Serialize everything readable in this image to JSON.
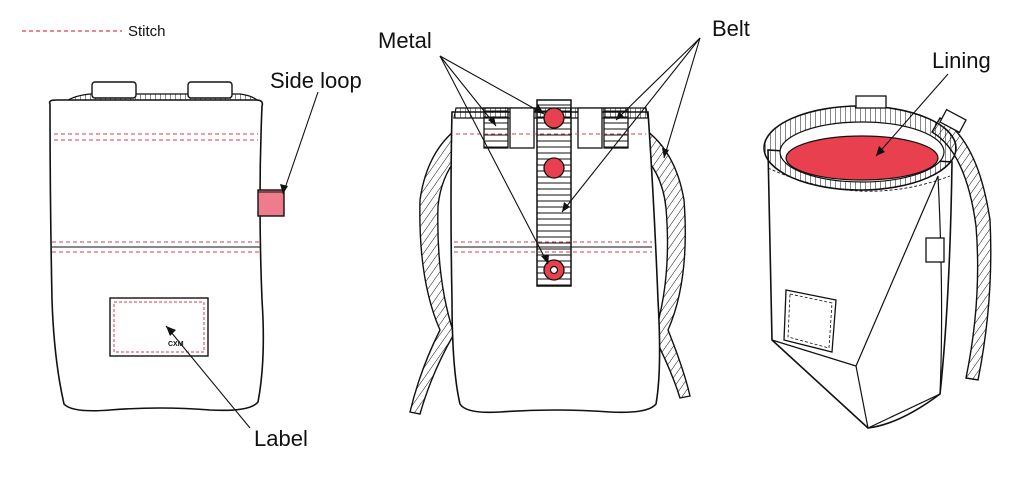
{
  "legend": {
    "stitch_label": "Stitch"
  },
  "labels": {
    "side_loop": "Side loop",
    "label": "Label",
    "metal": "Metal",
    "belt": "Belt",
    "lining": "Lining"
  },
  "tag_text": "CXM",
  "colors": {
    "outline": "#111111",
    "stitch": "#e23a4c",
    "accent_fill": "#e8404f",
    "loop_fill": "#ee7c8b",
    "background": "#ffffff"
  }
}
